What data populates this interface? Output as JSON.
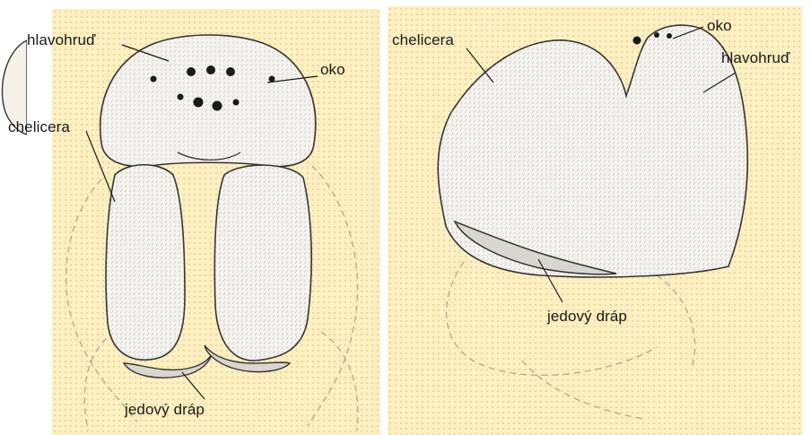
{
  "front_view": {
    "labels": {
      "cephalothorax": "hlavohruď",
      "eye": "oko",
      "chelicera": "chelicera",
      "venom_claw": "jedový dráp"
    }
  },
  "side_view": {
    "labels": {
      "chelicera": "chelicera",
      "eye": "oko",
      "cephalothorax": "hlavohruď",
      "venom_claw": "jedový dráp"
    }
  }
}
